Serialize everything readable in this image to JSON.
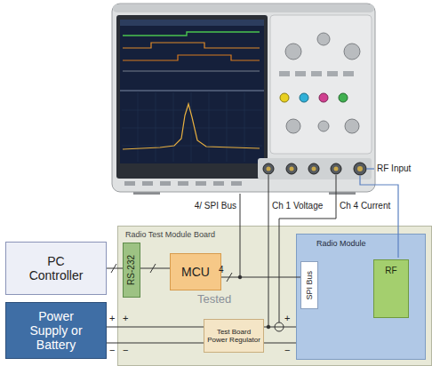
{
  "diagram": {
    "nodes": [
      {
        "text": [
          "Radio Test Module Board"
        ]
      },
      {
        "text": [
          "PC Controller"
        ]
      },
      {
        "text": [
          "RS-232"
        ],
        "in": 0
      },
      {
        "text": [
          "MCU"
        ],
        "in": 0
      },
      {
        "text": [
          "Radio Module"
        ],
        "in": 0
      },
      {
        "text": [
          "SPI Bus"
        ],
        "in": 4
      },
      {
        "text": [
          "RF"
        ],
        "in": 4
      },
      {
        "text": [
          "Power Supply or Battery"
        ]
      },
      {
        "text": [
          "Test Board Power Regulator"
        ],
        "in": 0
      }
    ],
    "edges": [
      {
        "from": 1,
        "to": 2,
        "arrow": "none"
      },
      {
        "from": 2,
        "to": 3,
        "arrow": "none"
      },
      {
        "from": 3,
        "to": 5,
        "arrow": "none"
      },
      {
        "from": 7,
        "to": 8,
        "arrow": "none"
      },
      {
        "from": 7,
        "to": 8,
        "arrow": "none"
      },
      {
        "from": 8,
        "to": 4,
        "arrow": "none"
      },
      {
        "from": 8,
        "to": 4,
        "arrow": "none"
      }
    ],
    "labels": [
      "RF Input",
      "4/ SPI Bus",
      "Ch 1 Voltage",
      "Ch 4 Current",
      "4",
      "Tested",
      "+",
      "+",
      "+",
      "−",
      "−",
      "−"
    ]
  }
}
